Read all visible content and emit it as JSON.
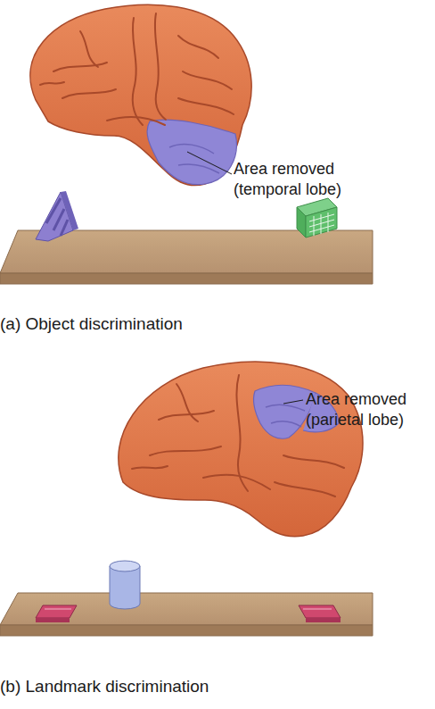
{
  "diagram": {
    "labels": [
      "Area removed (temporal lobe)",
      "(a) Object discrimination",
      "Area removed (parietal lobe)",
      "(b) Landmark discrimination"
    ]
  }
}
